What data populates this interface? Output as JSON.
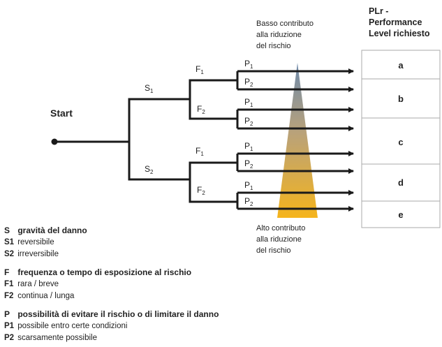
{
  "header": {
    "plr_lines": [
      "PLr -",
      "Performance",
      "Level richiesto"
    ]
  },
  "top_note": [
    "Basso contributo",
    "alla riduzione",
    "del rischio"
  ],
  "bottom_note": [
    "Alto contributo",
    "alla riduzione",
    "del rischio"
  ],
  "start_label": "Start",
  "branches": {
    "s1": "S",
    "s2": "S",
    "s1_sub": "1",
    "s2_sub": "2",
    "f": "F",
    "p": "P",
    "sub1": "1",
    "sub2": "2"
  },
  "levels": [
    "a",
    "b",
    "c",
    "d",
    "e"
  ],
  "colors": {
    "triangle_top": "#6e8aab",
    "triangle_bottom": "#f5b41c",
    "line": "#1a1a1a",
    "table_border": "#aaaaaa"
  },
  "legend": {
    "s": {
      "key": "S",
      "title": "gravità del danno",
      "items": [
        {
          "key": "S1",
          "text": "reversibile"
        },
        {
          "key": "S2",
          "text": "irreversibile"
        }
      ]
    },
    "f": {
      "key": "F",
      "title": "frequenza o tempo di esposizione al rischio",
      "items": [
        {
          "key": "F1",
          "text": "rara / breve"
        },
        {
          "key": "F2",
          "text": "continua / lunga"
        }
      ]
    },
    "p": {
      "key": "P",
      "title": "possibilità di evitare il rischio o di limitare il danno",
      "items": [
        {
          "key": "P1",
          "text": "possibile entro certe condizioni"
        },
        {
          "key": "P2",
          "text": "scarsamente possibile"
        }
      ]
    }
  }
}
